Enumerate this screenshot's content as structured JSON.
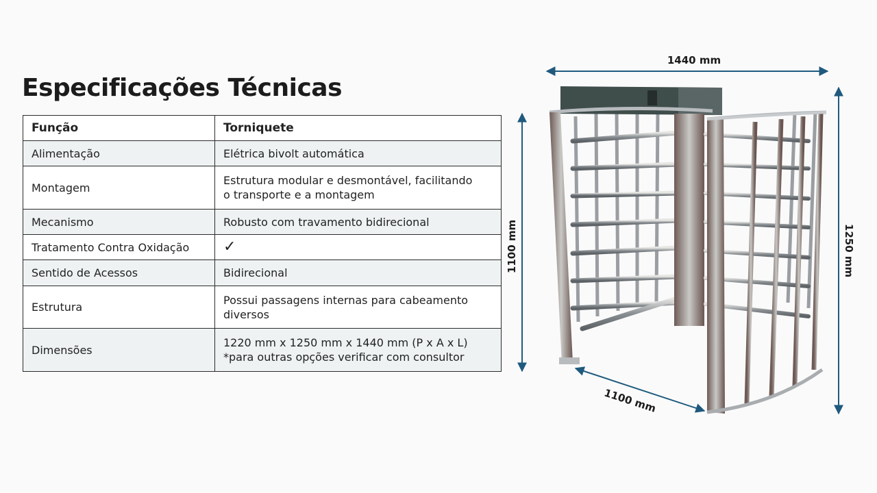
{
  "title": "Especificações Técnicas",
  "table": {
    "headers": [
      "Função",
      "Torniquete"
    ],
    "rows": [
      {
        "label": "Alimentação",
        "value": "Elétrica bivolt automática"
      },
      {
        "label": "Montagem",
        "value": "Estrutura modular e desmontável, facilitando",
        "value2": "o transporte e a montagem"
      },
      {
        "label": "Mecanismo",
        "value": "Robusto com travamento bidirecional"
      },
      {
        "label": "Tratamento Contra Oxidação",
        "value": "✓"
      },
      {
        "label": "Sentido de Acessos",
        "value": "Bidirecional"
      },
      {
        "label": "Estrutura",
        "value": "Possui passagens internas para cabeamento",
        "value2": "diversos"
      },
      {
        "label": "Dimensões",
        "value": "1220 mm x 1250 mm x 1440 mm (P x A x L)",
        "value2": "*para outras opções verificar com consultor"
      }
    ]
  },
  "dimensions": {
    "width": "1440 mm",
    "height": "1250 mm",
    "depth": "1100 mm",
    "inner_height": "1100 mm"
  },
  "colors": {
    "arrow": "#1f5a7e",
    "steel": "#8a8f93",
    "frame_dark": "#3b4a4a",
    "row_alt": "#eef2f3"
  }
}
